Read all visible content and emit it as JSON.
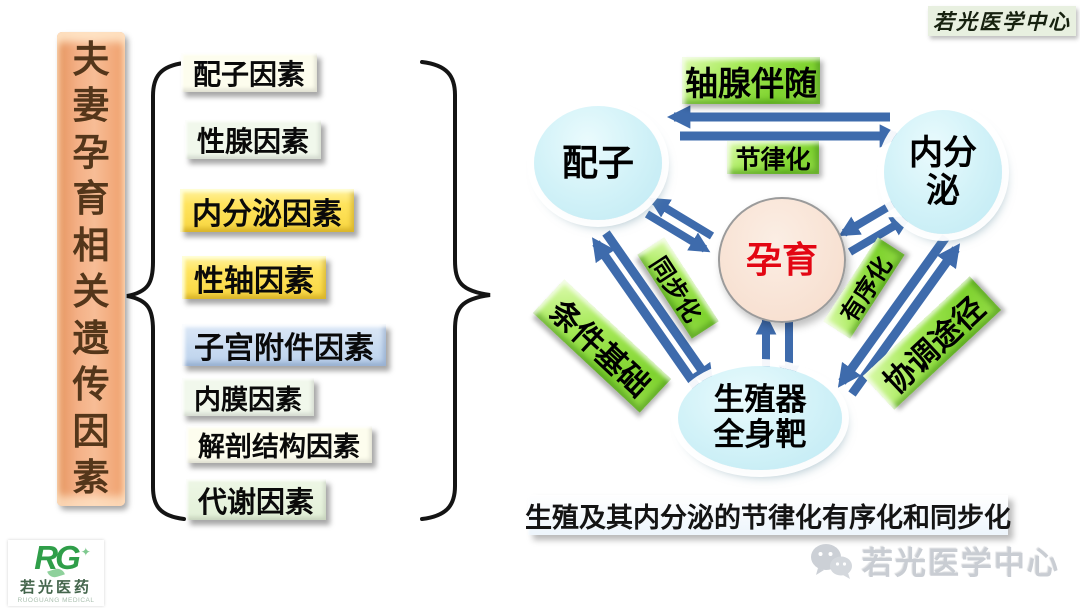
{
  "header": {
    "stamp": "若光医学中心"
  },
  "left_panel": {
    "title": "夫妻孕育相关遗传因素",
    "factors": [
      {
        "label": "配子因素",
        "style": "cream"
      },
      {
        "label": "性腺因素",
        "style": "mint"
      },
      {
        "label": "内分泌因素",
        "style": "yellow"
      },
      {
        "label": "性轴因素",
        "style": "yellow"
      },
      {
        "label": "子宫附件因素",
        "style": "blue"
      },
      {
        "label": "内膜因素",
        "style": "mint"
      },
      {
        "label": "解剖结构因素",
        "style": "cream"
      },
      {
        "label": "代谢因素",
        "style": "green"
      }
    ]
  },
  "diagram": {
    "nodes": {
      "gamete": "配子",
      "endocrine_lines": [
        "内分",
        "泌"
      ],
      "center": "孕育",
      "target_lines": [
        "生殖器",
        "全身靶"
      ]
    },
    "labels": {
      "top": "轴腺伴随",
      "rhythm": "节律化",
      "sync": "同步化",
      "order": "有序化",
      "condition": "条件基础",
      "coordination": "协调途径"
    },
    "caption": "生殖及其内分泌的节律化有序化和同步化"
  },
  "footer": {
    "watermark": "若光医学中心",
    "logo": {
      "mark": "RG",
      "name": "若光医药",
      "sub": "RUOGUANG MEDICAL"
    }
  },
  "colors": {
    "arrow_blue": "#3e6bac",
    "label_green": "#8cdb3c",
    "node_cyan": "#c9eef6",
    "center_pink": "#f8e1d2",
    "center_text_red": "#e30613",
    "title_orange": "#f2a877",
    "factor_yellow": "#ffe45e",
    "factor_blue": "#c7daf0",
    "factor_green": "#e2f0d7"
  }
}
